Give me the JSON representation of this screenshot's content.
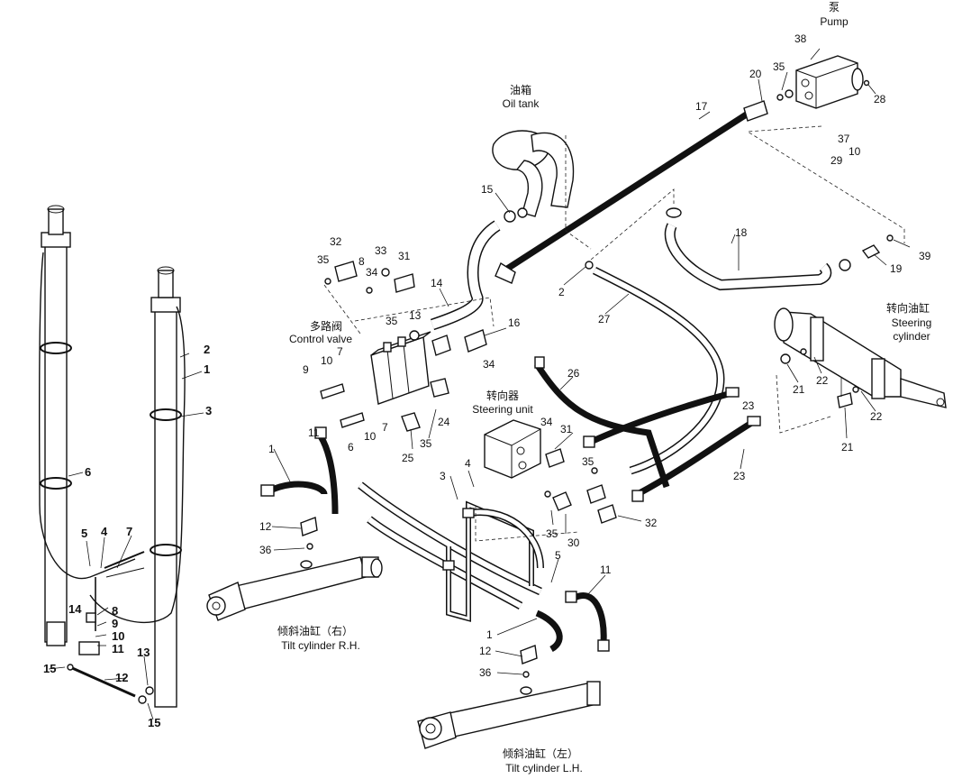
{
  "labels": {
    "pump_cn": "泵",
    "pump_en": "Pump",
    "oil_tank_cn": "油箱",
    "oil_tank_en": "Oil tank",
    "control_valve_cn": "多路阀",
    "control_valve_en": "Control valve",
    "steering_unit_cn": "转向器",
    "steering_unit_en": "Steering unit",
    "steering_cyl_cn": "转向油缸",
    "steering_cyl_en1": "Steering",
    "steering_cyl_en2": "cylinder",
    "tilt_rh_cn": "倾斜油缸（右）",
    "tilt_rh_en": "Tilt cylinder R.H.",
    "tilt_lh_cn": "倾斜油缸（左）",
    "tilt_lh_en": "Tilt cylinder L.H."
  },
  "part_numbers": {
    "n38": "38",
    "n35a": "35",
    "n20": "20",
    "n28": "28",
    "n17": "17",
    "n37": "37",
    "n29": "29",
    "n10a": "10",
    "n15a": "15",
    "n18": "18",
    "n39": "39",
    "n19": "19",
    "n2a": "2",
    "n27": "27",
    "n14a": "14",
    "n16": "16",
    "n32a": "32",
    "n35b": "35",
    "n8a": "8",
    "n34a": "34",
    "n33": "33",
    "n31a": "31",
    "n35c": "35",
    "n13a": "13",
    "n34b": "34",
    "n9a": "9",
    "n10b": "10",
    "n7a": "7",
    "n6a": "6",
    "n10c": "10",
    "n7b": "7",
    "n25": "25",
    "n35d": "35",
    "n24": "24",
    "n26": "26",
    "n23a": "23",
    "n21a": "21",
    "n22a": "22",
    "n22b": "22",
    "n21b": "21",
    "n23b": "23",
    "n34c": "34",
    "n31b": "31",
    "n35e": "35",
    "n32b": "32",
    "n30": "30",
    "n35f": "35",
    "n3a": "3",
    "n4a": "4",
    "n11a": "11",
    "n1a": "1",
    "n12a": "12",
    "n36a": "36",
    "n5a": "5",
    "n11b": "11",
    "n1b": "1",
    "n12b": "12",
    "n36b": "36",
    "m2": "2",
    "m1": "1",
    "m3": "3",
    "m6": "6",
    "m5": "5",
    "m4": "4",
    "m7": "7",
    "m14": "14",
    "m8": "8",
    "m9": "9",
    "m10": "10",
    "m11": "11",
    "m15a": "15",
    "m13": "13",
    "m12": "12",
    "m15b": "15"
  }
}
